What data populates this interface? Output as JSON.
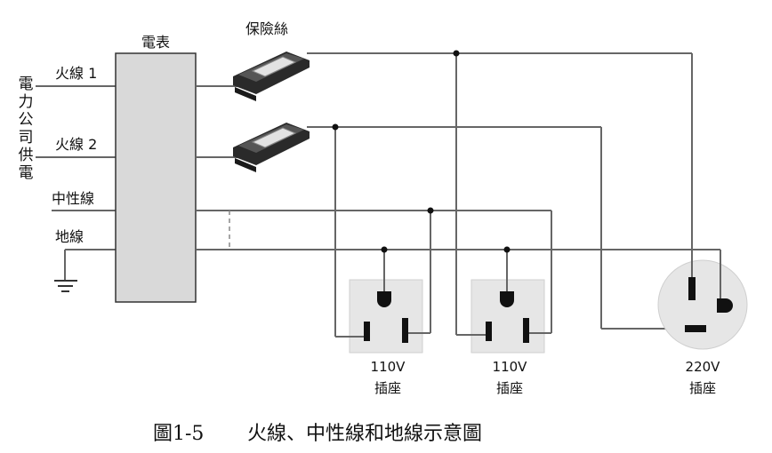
{
  "labels": {
    "supply_vertical": "電力公司供電",
    "meter": "電表",
    "fuse": "保險絲",
    "hot1": "火線 1",
    "hot2": "火線 2",
    "neutral": "中性線",
    "ground": "地線",
    "outlet1_volt": "110V",
    "outlet1_name": "插座",
    "outlet2_volt": "110V",
    "outlet2_name": "插座",
    "outlet3_volt": "220V",
    "outlet3_name": "插座"
  },
  "caption": {
    "figure_number": "圖1-5",
    "title": "火線、中性線和地線示意圖"
  },
  "colors": {
    "wire": "#666666",
    "meter_fill": "#d9d9d9",
    "outlet_plate": "#e6e6e6",
    "fuse_dark": "#2a2a2a",
    "fuse_glass": "#dcdcdc"
  }
}
